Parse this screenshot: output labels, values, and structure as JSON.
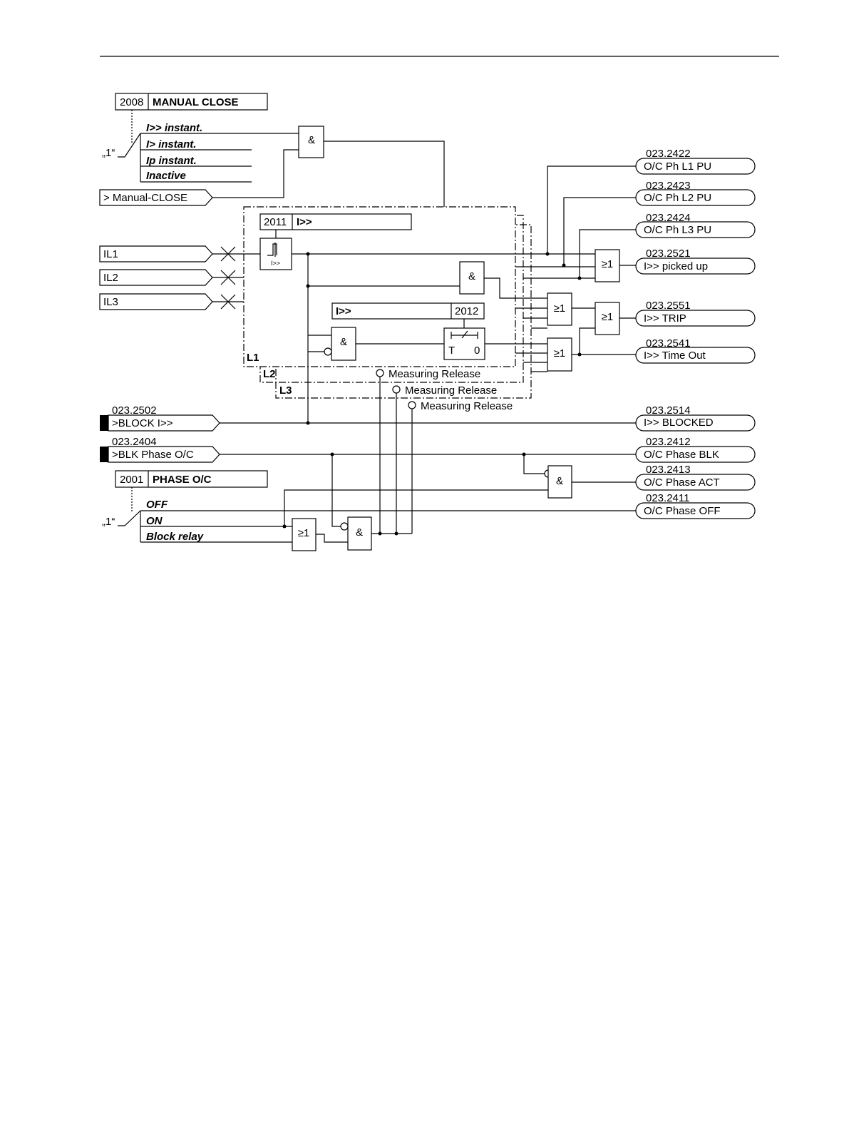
{
  "manual_close": {
    "param": "2008",
    "title": "MANUAL CLOSE",
    "options": [
      "I>> instant.",
      "I> instant.",
      "Ip instant.",
      "Inactive"
    ],
    "default": "„1“",
    "input": "> Manual-CLOSE"
  },
  "inputs": {
    "il1": "IL1",
    "il2": "IL2",
    "il3": "IL3"
  },
  "stage": {
    "param": "2011",
    "name": "I>>",
    "threshold_label": "I>>",
    "time_name": "I>>",
    "time_param": "2012",
    "timer_t": "T",
    "timer_0": "0",
    "phase_labels": [
      "L1",
      "L2",
      "L3"
    ],
    "release": "Measuring Release"
  },
  "gates": {
    "and": "&",
    "or": "≥1"
  },
  "outputs": [
    {
      "code": "023.2422",
      "label": "O/C Ph L1 PU"
    },
    {
      "code": "023.2423",
      "label": "O/C Ph L2 PU"
    },
    {
      "code": "023.2424",
      "label": "O/C Ph L3 PU"
    },
    {
      "code": "023.2521",
      "label": "I>> picked up"
    },
    {
      "code": "023.2551",
      "label": "I>> TRIP"
    },
    {
      "code": "023.2541",
      "label": "I>> Time Out"
    },
    {
      "code": "023.2514",
      "label": "I>> BLOCKED"
    },
    {
      "code": "023.2412",
      "label": "O/C Phase BLK"
    },
    {
      "code": "023.2413",
      "label": "O/C Phase ACT"
    },
    {
      "code": "023.2411",
      "label": "O/C Phase OFF"
    }
  ],
  "blocks": [
    {
      "code": "023.2502",
      "label": ">BLOCK I>>"
    },
    {
      "code": "023.2404",
      "label": ">BLK Phase O/C"
    }
  ],
  "phase_oc": {
    "param": "2001",
    "title": "PHASE O/C",
    "options": [
      "OFF",
      "ON",
      "Block relay"
    ],
    "default": "„1“"
  }
}
